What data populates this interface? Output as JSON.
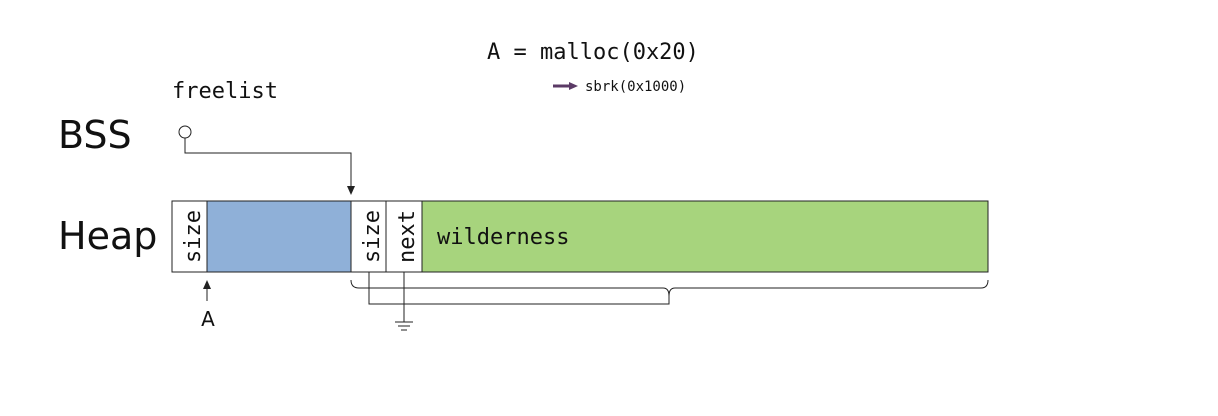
{
  "code": {
    "statement": "A = malloc(0x20)",
    "call": "sbrk(0x1000)"
  },
  "segments": {
    "bss": "BSS",
    "heap": "Heap"
  },
  "freelist": {
    "label": "freelist"
  },
  "heap_cells": {
    "size1": "size",
    "size2": "size",
    "next": "next",
    "wilderness": "wilderness"
  },
  "pointer": {
    "a_label": "A"
  },
  "colors": {
    "allocated_block": "#8fb0d8",
    "wilderness_block": "#a7d47d",
    "call_arrow": "#5b3a66"
  }
}
